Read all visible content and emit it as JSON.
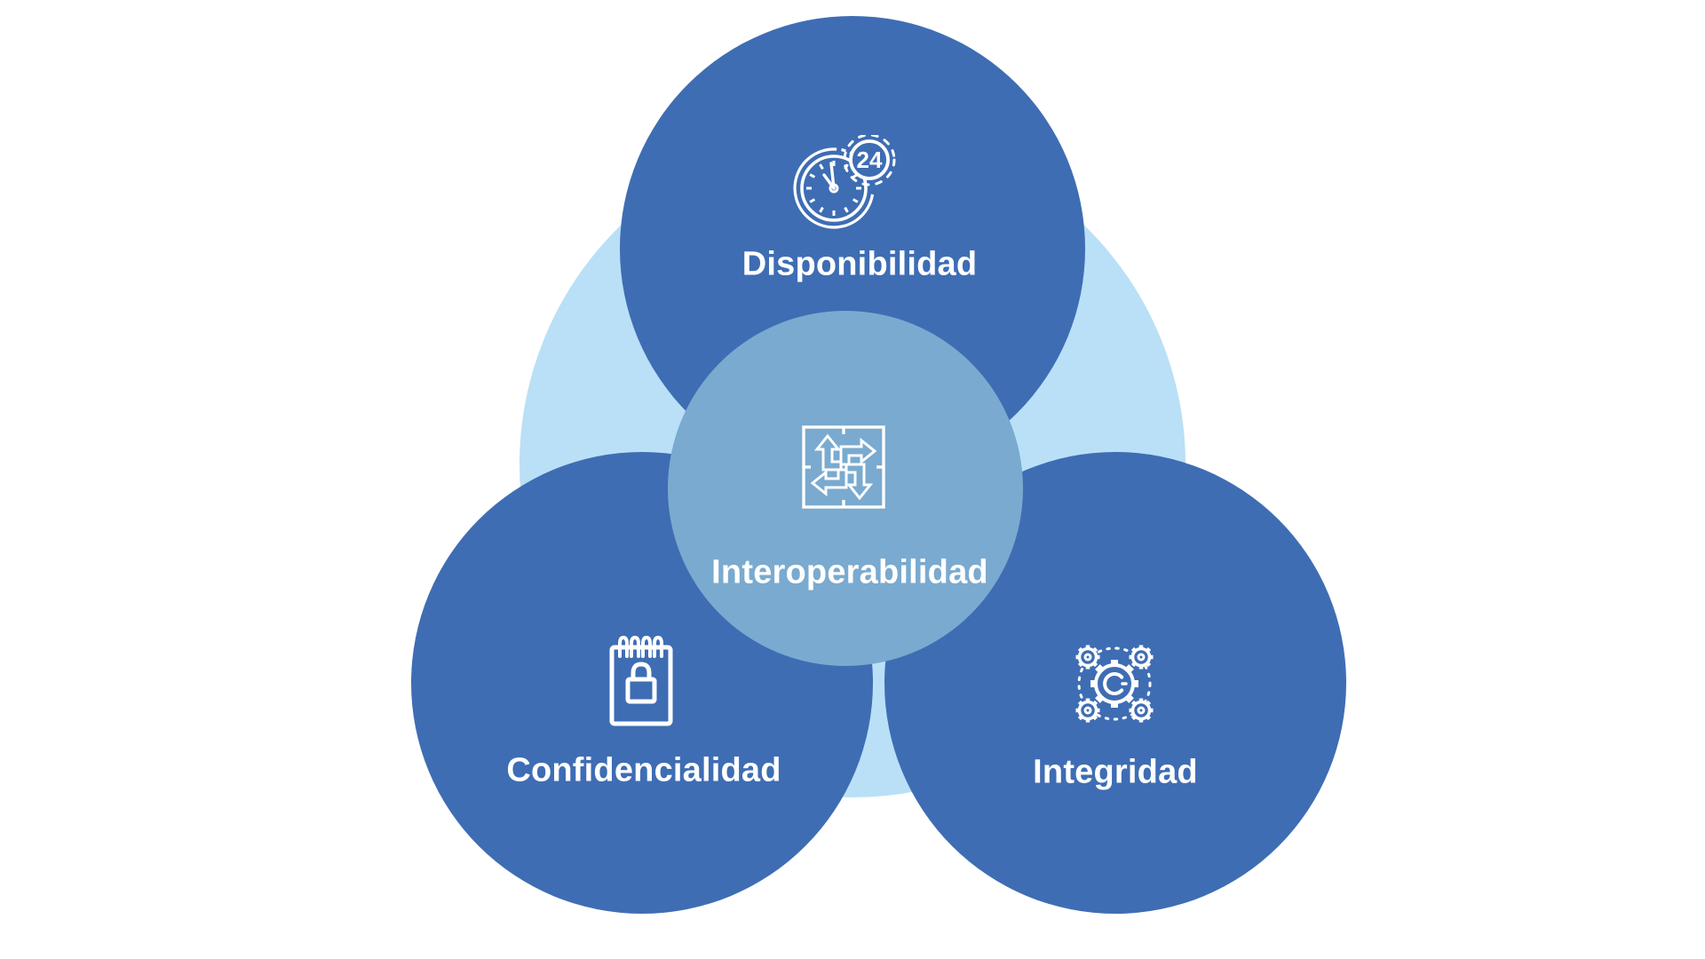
{
  "diagram": {
    "type": "venn",
    "colors": {
      "background": "#ffffff",
      "halo_fill": "#b9e0f6",
      "node_fill": "#3e6db4",
      "center_fill": "#7aaacf",
      "label": "#ffffff",
      "icon_stroke": "#ffffff"
    },
    "center_node": {
      "label": "Interoperabilidad",
      "icon": "interoperability-arrows-icon"
    },
    "nodes": [
      {
        "label": "Disponibilidad",
        "icon": "clock-24-icon",
        "badge": "24",
        "position": "top"
      },
      {
        "label": "Confidencialidad",
        "icon": "notepad-lock-icon",
        "position": "bottom-left"
      },
      {
        "label": "Integridad",
        "icon": "gears-network-icon",
        "position": "bottom-right"
      }
    ]
  }
}
